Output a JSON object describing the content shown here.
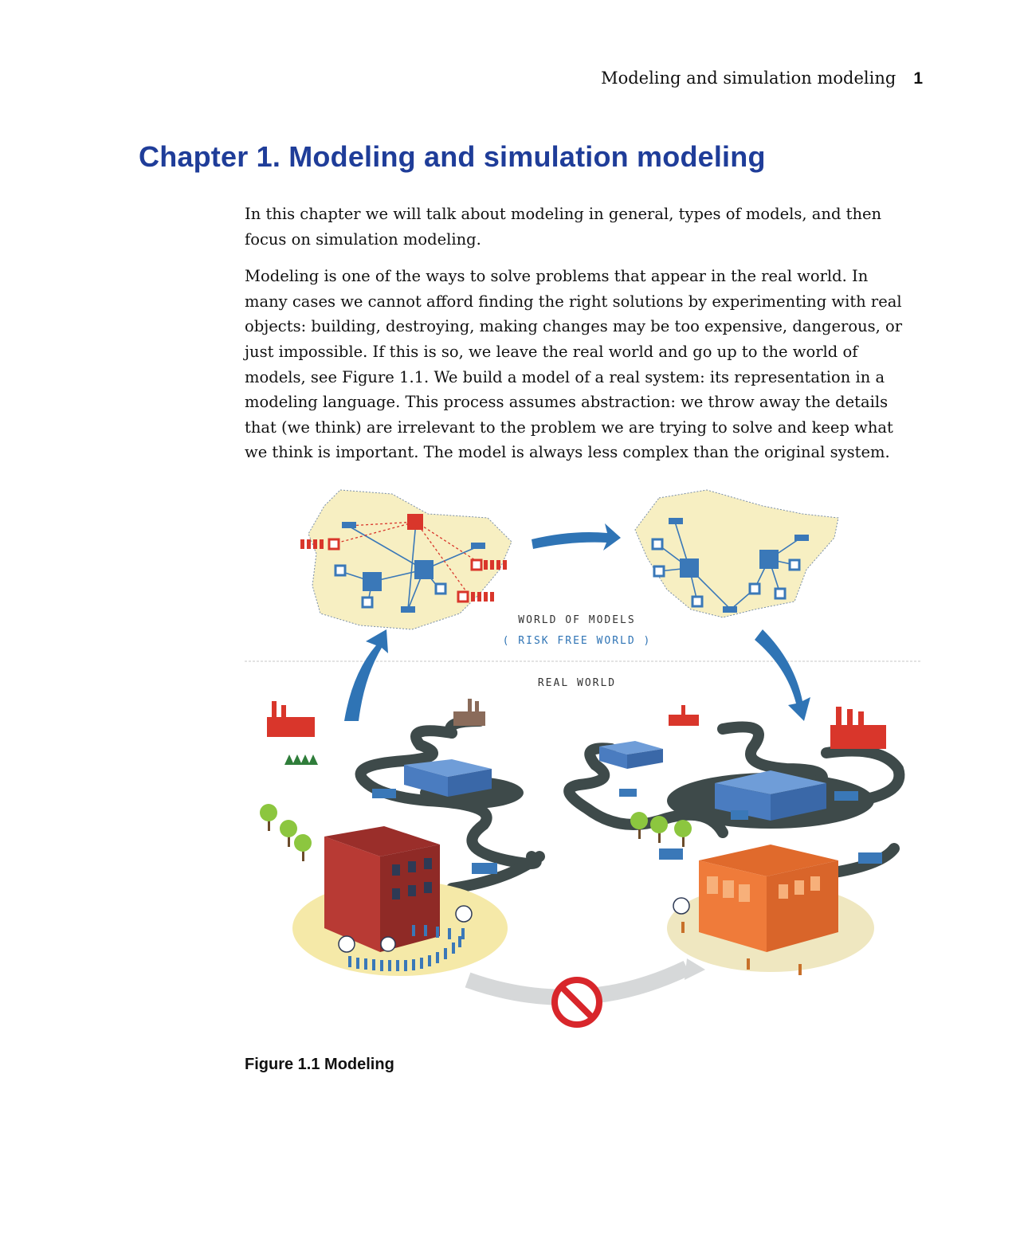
{
  "running_header": {
    "title": "Modeling and simulation modeling",
    "page_number": "1"
  },
  "chapter": {
    "title": "Chapter 1. Modeling and simulation modeling"
  },
  "paragraphs": [
    "In this chapter we will talk about modeling in general, types of models, and then focus on simulation modeling.",
    "Modeling is one of the ways to solve problems that appear in the real world. In many cases we cannot afford finding the right solutions by experimenting with real objects: building, destroying, making changes may be too expensive, dangerous, or just impossible. If this is so, we leave the real world and go up to the world of models, see Figure 1.1. We build a model of a real system: its representation in a modeling language. This process assumes abstraction: we throw away the details that (we think) are irrelevant to the problem we are trying to solve and keep what we think is important. The model is always less complex than the original system."
  ],
  "figure": {
    "label_world_of_models": "WORLD OF MODELS",
    "label_risk_free": "( RISK FREE WORLD )",
    "label_real_world": "REAL WORLD",
    "caption": "Figure 1.1 Modeling",
    "colors": {
      "map_fill": "#f7efc2",
      "node_blue": "#3a78b8",
      "node_red": "#d9362b",
      "arrow_blue": "#2f74b5",
      "road": "#3e4a4a",
      "building_red": "#b83a34",
      "building_orange": "#ef7b3a",
      "stop_red": "#d8262b"
    }
  }
}
